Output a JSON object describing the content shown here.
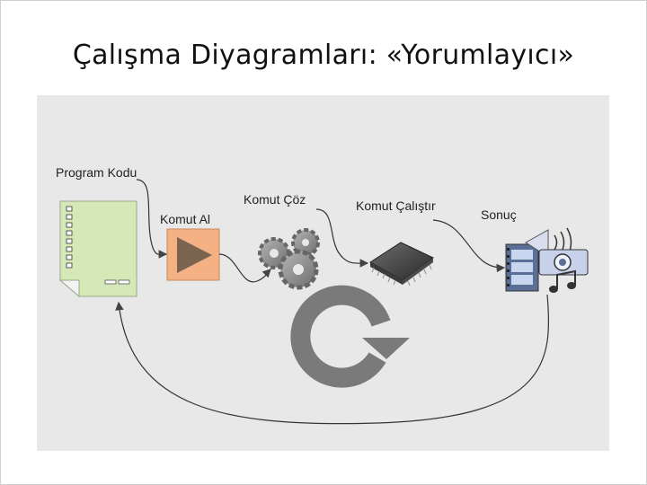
{
  "slide": {
    "title": "Çalışma Diyagramları: «Yorumlayıcı»"
  },
  "diagram": {
    "steps": [
      {
        "id": "program-code",
        "label": "Program Kodu",
        "icon": "document-icon"
      },
      {
        "id": "fetch",
        "label": "Komut Al",
        "icon": "play-icon"
      },
      {
        "id": "decode",
        "label": "Komut Çöz",
        "icon": "gears-icon"
      },
      {
        "id": "execute",
        "label": "Komut Çalıştır",
        "icon": "chip-icon"
      },
      {
        "id": "result",
        "label": "Sonuç",
        "icon": "media-icon"
      }
    ],
    "loop_icon": "refresh-arrow-icon",
    "colors": {
      "panel": "#e8e8e8",
      "document": "#d5e8b8",
      "fetch_box": "#f4b183",
      "arrow": "#555555"
    }
  }
}
